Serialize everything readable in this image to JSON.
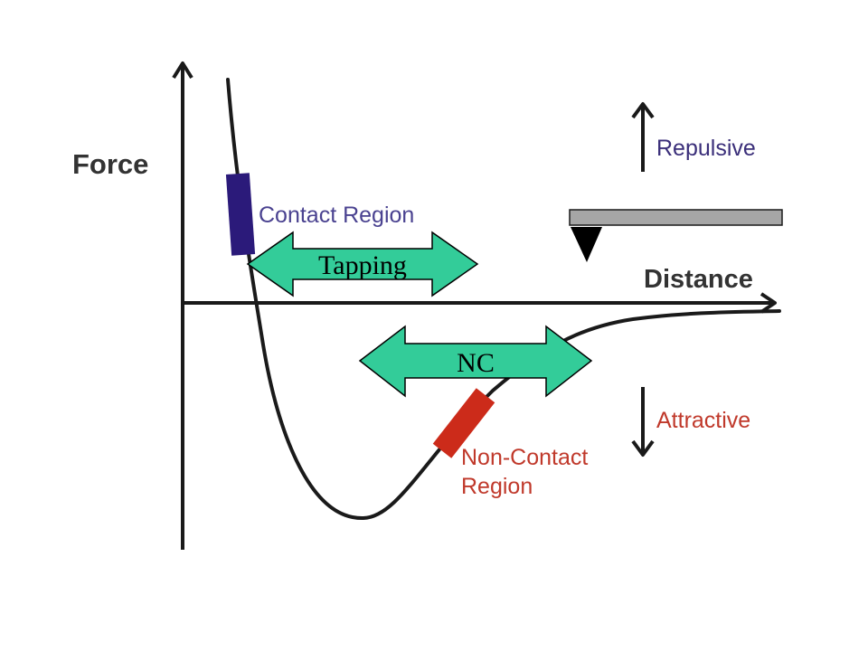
{
  "labels": {
    "y_axis": "Force",
    "x_axis": "Distance",
    "repulsive": "Repulsive",
    "attractive": "Attractive",
    "contact_region": "Contact Region",
    "non_contact_line1": "Non-Contact",
    "non_contact_line2": "Region",
    "tapping": "Tapping",
    "nc": "NC"
  },
  "colors": {
    "axis": "#1a1a1a",
    "curve": "#1a1a1a",
    "contact_bar": "#2b1a7a",
    "contact_text": "#4a4290",
    "non_contact_bar": "#cc2b1a",
    "non_contact_text": "#c0392b",
    "repulsive_text": "#3b2f7a",
    "attractive_text": "#c0392b",
    "arrow_fill": "#33cc99",
    "cantilever": "#a6a6a6"
  }
}
